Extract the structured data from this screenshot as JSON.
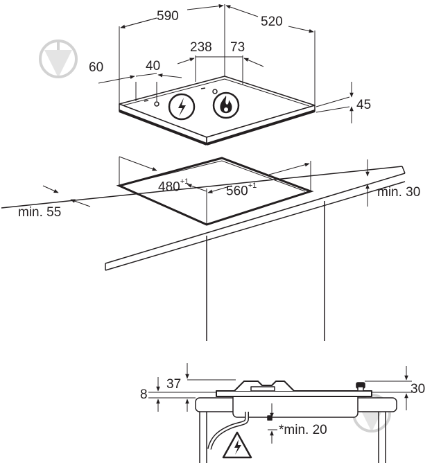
{
  "labels": {
    "width_590": "590",
    "depth_520": "520",
    "dim_238": "238",
    "dim_73": "73",
    "dim_60": "60",
    "dim_40": "40",
    "height_45": "45",
    "cutout_480": "480",
    "cutout_480_tol": "+1",
    "cutout_560": "560",
    "cutout_560_tol": "+1",
    "min_30": "min. 30",
    "min_55": "min. 55",
    "side_8": "8",
    "side_37": "37",
    "side_30": "30",
    "side_min_20": "*min. 20"
  },
  "colors": {
    "line": "#231f20",
    "watermark": "#c8c8c8",
    "fill": "#ffffff"
  },
  "icons": [
    "electric-symbol-icon",
    "gas-flame-icon",
    "electric-warning-icon",
    "watermark-icon"
  ]
}
